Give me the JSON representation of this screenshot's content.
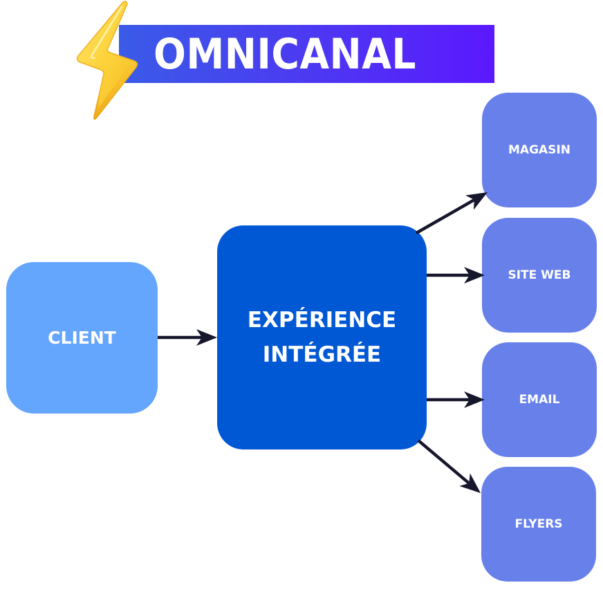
{
  "header": {
    "title": "OMNICANAL",
    "icon": "lightning-bolt-icon",
    "gradient": [
      "#3a5be8",
      "#5b18ff"
    ]
  },
  "nodes": {
    "client": {
      "label": "CLIENT",
      "color": "#64a5fe"
    },
    "center": {
      "lines": [
        "EXPÉRIENCE",
        "INTÉGRÉE"
      ],
      "color": "#0158d4"
    },
    "channels": [
      {
        "label": "MAGASIN",
        "color": "#6881ea"
      },
      {
        "label": "SITE WEB",
        "color": "#6881ea"
      },
      {
        "label": "EMAIL",
        "color": "#6881ea"
      },
      {
        "label": "FLYERS",
        "color": "#6881ea"
      }
    ]
  },
  "edges": [
    {
      "from": "CLIENT",
      "to": "EXPÉRIENCE INTÉGRÉE"
    },
    {
      "from": "EXPÉRIENCE INTÉGRÉE",
      "to": "MAGASIN"
    },
    {
      "from": "EXPÉRIENCE INTÉGRÉE",
      "to": "SITE WEB"
    },
    {
      "from": "EXPÉRIENCE INTÉGRÉE",
      "to": "EMAIL"
    },
    {
      "from": "EXPÉRIENCE INTÉGRÉE",
      "to": "FLYERS"
    }
  ],
  "arrow_color": "#16162c"
}
